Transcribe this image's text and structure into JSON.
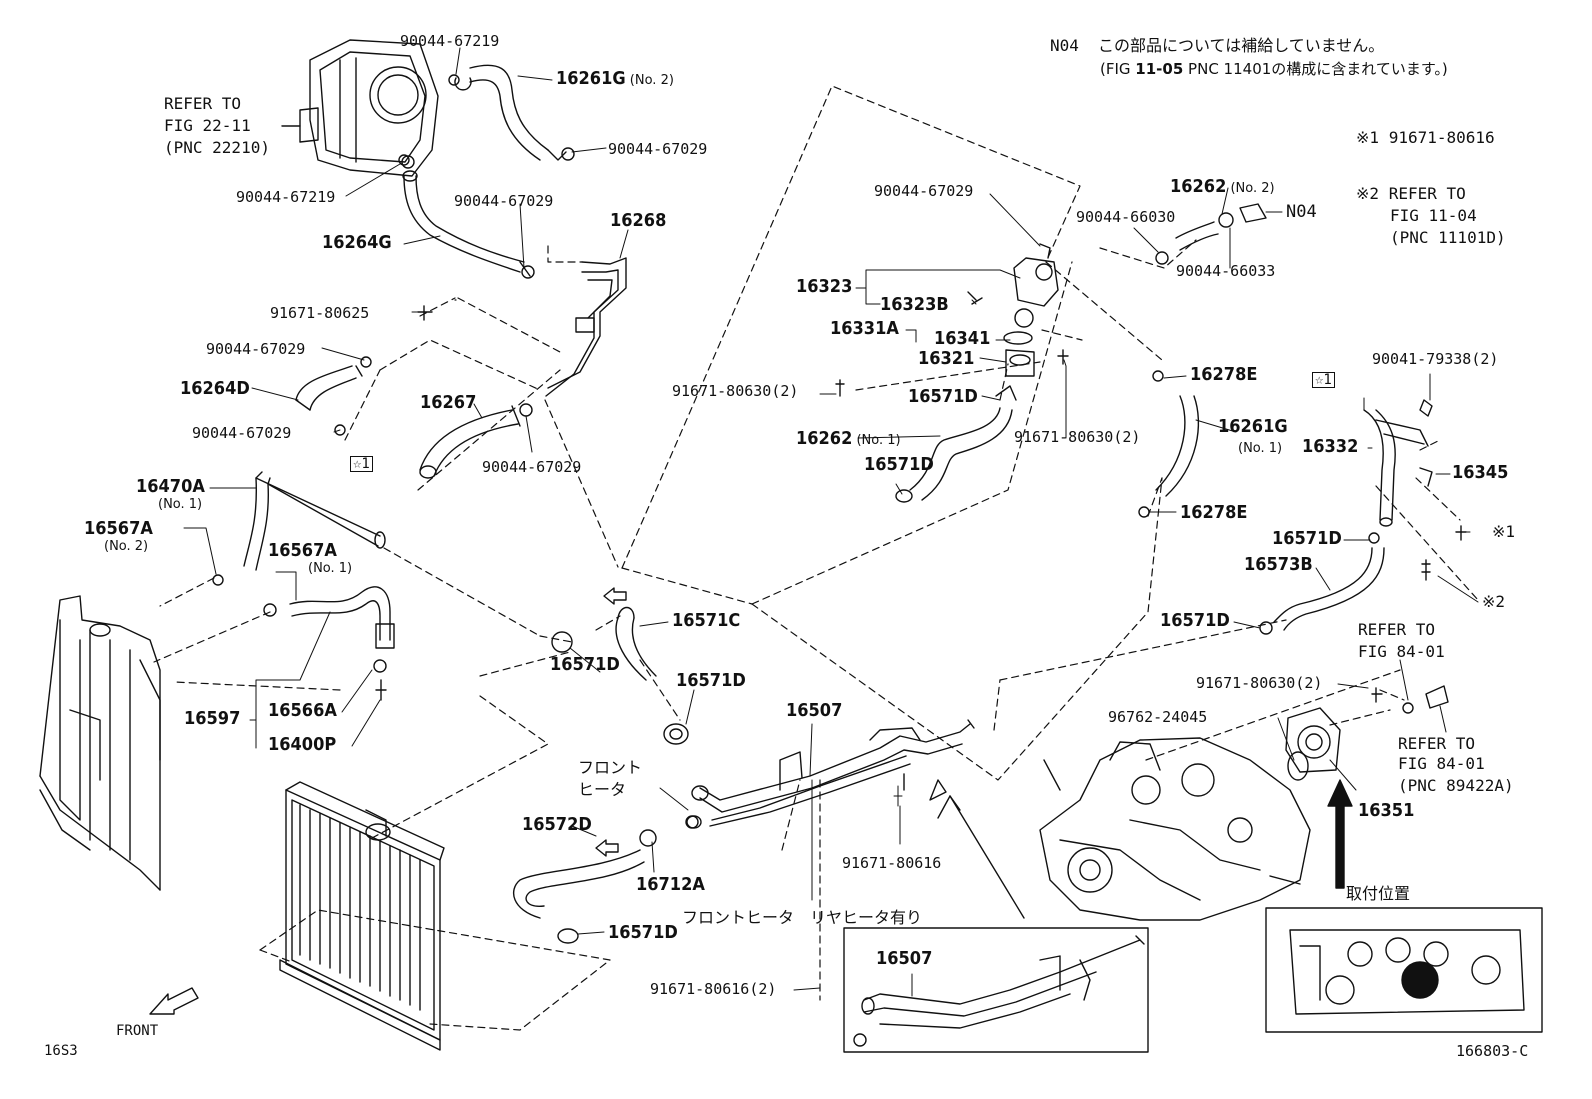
{
  "notes": {
    "n04_code": "N04",
    "n04_line1": "この部品については補給していません。",
    "n04_line2_pre": "(FIG ",
    "n04_line2_fig": "11-05",
    "n04_line2_post": " PNC 11401の構成に含まれています。)",
    "ref1_mark": "※1",
    "ref1_part": "91671-80616",
    "ref2_mark": "※2",
    "ref2_line1": "REFER TO",
    "ref2_line2": "FIG 11-04",
    "ref2_line3": "(PNC 11101D)"
  },
  "refs": {
    "throttle_l1": "REFER TO",
    "throttle_l2": "FIG 22-11",
    "throttle_l3": "(PNC 22210)",
    "fig8401_l1": "REFER TO",
    "fig8401_l2": "FIG 84-01",
    "sensor_l1": "REFER TO",
    "sensor_l2": "FIG 84-01",
    "sensor_l3": "(PNC 89422A)"
  },
  "labels": {
    "p90044_67219_top": "90044-67219",
    "p16261G_no2": "16261G",
    "no2_a": "(No. 2)",
    "p90044_67029_a": "90044-67029",
    "p90044_67219_b": "90044-67219",
    "p90044_67029_b": "90044-67029",
    "p16268": "16268",
    "p16264G": "16264G",
    "p91671_80625": "91671-80625",
    "p90044_67029_c": "90044-67029",
    "p16264D": "16264D",
    "p90044_67029_d": "90044-67029",
    "star1_a": "☆1",
    "p16267": "16267",
    "p90044_67029_e": "90044-67029",
    "p16470A": "16470A",
    "no1_a": "(No. 1)",
    "p16567A_no2": "16567A",
    "no2_b": "(No. 2)",
    "p16567A_no1": "16567A",
    "no1_b": "(No. 1)",
    "p16597": "16597",
    "p16566A": "16566A",
    "p16400P": "16400P",
    "p90044_67029_f": "90044-67029",
    "p16323": "16323",
    "p16323B": "16323B",
    "p16331A": "16331A",
    "p16341": "16341",
    "p16321": "16321",
    "p91671_80630_2a": "91671-80630(2)",
    "p16571D_a": "16571D",
    "p16262_no1": "16262",
    "no1_c": "(No. 1)",
    "p16571D_b": "16571D",
    "p91671_80630_2b": "91671-80630(2)",
    "p16262_no2": "16262",
    "no2_c": "(No. 2)",
    "p90044_66030": "90044-66030",
    "n04_tag": "N04",
    "p90044_66033": "90044-66033",
    "p16278E_a": "16278E",
    "p16261G_no1": "16261G",
    "no1_d": "(No. 1)",
    "p16278E_b": "16278E",
    "star1_b": "☆1",
    "p90041_79338": "90041-79338(2)",
    "p16332": "16332",
    "p16345": "16345",
    "ref1_tag": "※1",
    "p16571D_c": "16571D",
    "p16573B": "16573B",
    "ref2_tag": "※2",
    "p16571D_d": "16571D",
    "p16571C": "16571C",
    "p16571D_e": "16571D",
    "p16571D_f": "16571D",
    "p16507_a": "16507",
    "front_heater_l1": "フロント",
    "front_heater_l2": "ヒータ",
    "p16572D": "16572D",
    "p16712A": "16712A",
    "p16571D_g": "16571D",
    "p91671_80616": "91671-80616",
    "front_rear_heater": "フロントヒータ　リヤヒータ有り",
    "p16507_b": "16507",
    "p91671_80616_2": "91671-80616(2)",
    "p91671_80630_2c": "91671-80630(2)",
    "p96762_24045": "96762-24045",
    "p16351": "16351",
    "mount_position": "取付位置",
    "front": "FRONT",
    "code_left": "16S3",
    "code_right": "166803-C"
  }
}
